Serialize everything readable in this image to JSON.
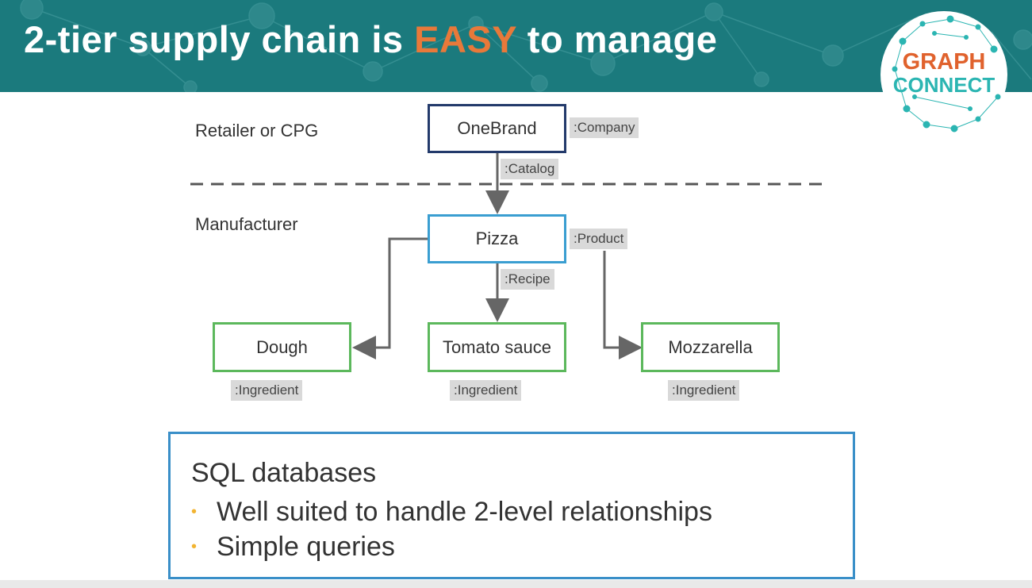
{
  "slide": {
    "title_prefix": "2-tier supply chain is ",
    "title_accent": "EASY",
    "title_suffix": " to manage",
    "logo": {
      "line1": "GRAPH",
      "line2": "CONNECT"
    }
  },
  "tiers": {
    "upper": "Retailer or CPG",
    "lower": "Manufacturer"
  },
  "nodes": {
    "onebrand": {
      "label": "OneBrand",
      "tag": ":Company"
    },
    "pizza": {
      "label": "Pizza",
      "tag": ":Product"
    },
    "dough": {
      "label": "Dough",
      "tag": ":Ingredient"
    },
    "tomato": {
      "label": "Tomato sauce",
      "tag": ":Ingredient"
    },
    "mozzarella": {
      "label": "Mozzarella",
      "tag": ":Ingredient"
    }
  },
  "relationships": {
    "catalog": ":Catalog",
    "recipe": ":Recipe"
  },
  "summary": {
    "heading": "SQL databases",
    "bullets": [
      "Well suited to handle 2-level relationships",
      "Simple queries"
    ]
  },
  "colors": {
    "header": "#1b7a7d",
    "accent": "#e8793a",
    "company_border": "#233a6b",
    "product_border": "#3a9ed1",
    "ingredient_border": "#5cb85c",
    "bullet": "#f2b431"
  }
}
